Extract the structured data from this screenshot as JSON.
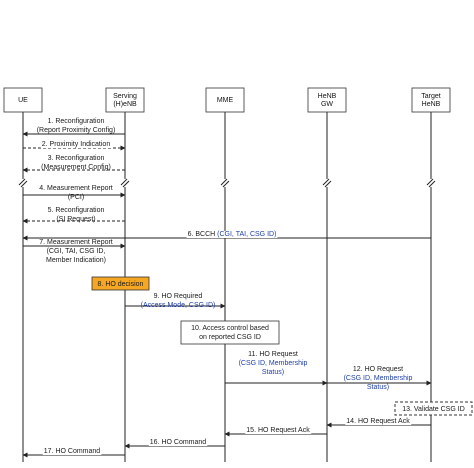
{
  "entities": [
    {
      "id": "ue",
      "lines": [
        "UE"
      ]
    },
    {
      "id": "serving",
      "lines": [
        "Serving",
        "(H)eNB"
      ]
    },
    {
      "id": "mme",
      "lines": [
        "MME"
      ]
    },
    {
      "id": "henbgw",
      "lines": [
        "HeNB",
        "GW"
      ]
    },
    {
      "id": "target",
      "lines": [
        "Target",
        "HeNB"
      ]
    }
  ],
  "messages": [
    {
      "id": "m1",
      "from": "serving",
      "to": "ue",
      "style": "solid",
      "lines": [
        {
          "text": "1. Reconfiguration",
          "color": "black"
        },
        {
          "text": "(Report Proximity Config)",
          "color": "blue"
        }
      ]
    },
    {
      "id": "m2",
      "from": "ue",
      "to": "serving",
      "style": "dashed",
      "lines": [
        {
          "text": "2. Proximity Indication",
          "color": "black"
        }
      ]
    },
    {
      "id": "m3",
      "from": "serving",
      "to": "ue",
      "style": "dashed",
      "lines": [
        {
          "text": "3. Reconfiguration",
          "color": "black"
        },
        {
          "text": "(Measurement Config)",
          "color": "blue"
        }
      ]
    },
    {
      "id": "m4",
      "from": "ue",
      "to": "serving",
      "style": "solid",
      "lines": [
        {
          "text": "4. Measurement Report",
          "color": "black"
        },
        {
          "text": "(PCI)",
          "color": "blue"
        }
      ]
    },
    {
      "id": "m5",
      "from": "serving",
      "to": "ue",
      "style": "dashed",
      "lines": [
        {
          "text": "5. Reconfiguration",
          "color": "black"
        },
        {
          "text": "(SI Request)",
          "color": "blue"
        }
      ]
    },
    {
      "id": "m6",
      "from": "target",
      "to": "ue",
      "style": "solid",
      "lines": [
        {
          "text": "6. BCCH ",
          "color": "black"
        },
        {
          "text": "(CGI, TAI, CSG ID)",
          "color": "blue"
        }
      ]
    },
    {
      "id": "m7",
      "from": "ue",
      "to": "serving",
      "style": "solid",
      "lines": [
        {
          "text": "7. Measurement Report",
          "color": "black"
        },
        {
          "text": "(CGI, TAI, CSG ID,",
          "color": "blue"
        },
        {
          "text": "Member Indication)",
          "color": "blue"
        }
      ]
    },
    {
      "id": "m9",
      "from": "serving",
      "to": "mme",
      "style": "solid",
      "lines": [
        {
          "text": "9. HO Required",
          "color": "black"
        },
        {
          "text": "(Access Mode",
          "color": "blue"
        },
        {
          "text": "CSG ID",
          "color": "blue"
        }
      ]
    },
    {
      "id": "m11",
      "from": "mme",
      "to": "henbgw",
      "style": "solid",
      "lines": [
        {
          "text": "11. HO Request",
          "color": "black"
        },
        {
          "text": "(CSG ID",
          "color": "blue"
        },
        {
          "text": "Membership",
          "color": "blue"
        },
        {
          "text": "Status",
          "color": "blue"
        }
      ]
    },
    {
      "id": "m12",
      "from": "henbgw",
      "to": "target",
      "style": "solid",
      "lines": [
        {
          "text": "12. HO Request",
          "color": "black"
        },
        {
          "text": "(CSG ID",
          "color": "blue"
        },
        {
          "text": "Membership",
          "color": "blue"
        },
        {
          "text": "Status",
          "color": "blue"
        }
      ]
    },
    {
      "id": "m14",
      "from": "target",
      "to": "henbgw",
      "style": "solid",
      "lines": [
        {
          "text": "14. HO Request Ack",
          "color": "black"
        }
      ]
    },
    {
      "id": "m15",
      "from": "henbgw",
      "to": "mme",
      "style": "solid",
      "lines": [
        {
          "text": "15. HO Request Ack",
          "color": "black"
        }
      ]
    },
    {
      "id": "m16",
      "from": "mme",
      "to": "serving",
      "style": "solid",
      "lines": [
        {
          "text": "16. HO Command",
          "color": "black"
        }
      ]
    },
    {
      "id": "m17",
      "from": "serving",
      "to": "ue",
      "style": "solid",
      "lines": [
        {
          "text": "17. HO Command",
          "color": "black"
        }
      ]
    }
  ],
  "boxes": [
    {
      "id": "b8",
      "text": "8. HO decision",
      "fill": "#f5a623"
    },
    {
      "id": "b10",
      "lines": [
        "10. Access control based",
        "on reported CSG ID"
      ]
    },
    {
      "id": "b13",
      "text": "13. Validate CSG ID"
    }
  ],
  "colors": {
    "blue_text": "#1f3fa8",
    "decision_fill": "#f5a623",
    "line": "#222222"
  }
}
